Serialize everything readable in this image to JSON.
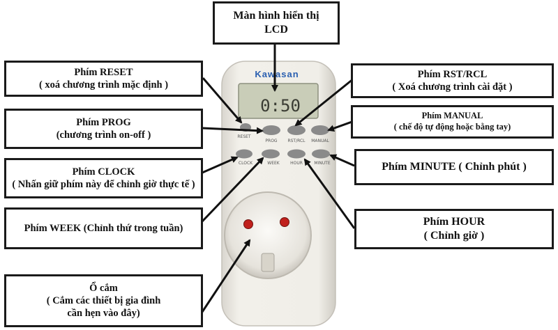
{
  "device": {
    "brand": "Kawasan",
    "lcd_reading": "0:50",
    "buttons": [
      "RESET",
      "PROG",
      "RST/RCL",
      "MANUAL",
      "CLOCK",
      "WEEK",
      "HOUR",
      "MINUTE"
    ]
  },
  "callouts": {
    "lcd": {
      "title": "Màn hình hiển thị",
      "sub": "LCD"
    },
    "reset": {
      "title": "Phím RESET",
      "sub": "( xoá chương trình mặc định )"
    },
    "prog": {
      "title": "Phím  PROG",
      "sub": "(chương trình on-off )"
    },
    "clock": {
      "title": "Phím CLOCK",
      "sub": "( Nhấn giữ phím này để chỉnh giờ thực tế )"
    },
    "week": {
      "title": "Phím WEEK (Chỉnh thứ trong tuần)"
    },
    "socket": {
      "title": "Ổ cắm",
      "sub1": "( Cắm các thiết bị gia đình",
      "sub2": "cần hẹn vào đây)"
    },
    "rstrcl": {
      "title": "Phím RST/RCL",
      "sub": "( Xoá chương trình cài đặt )"
    },
    "manual": {
      "title": "Phím MANUAL",
      "sub": "( chế độ tự động hoặc bằng tay)"
    },
    "minute": {
      "title": "Phím MINUTE ( Chỉnh phút )"
    },
    "hour": {
      "title": "Phím  HOUR",
      "sub": "( Chỉnh giờ )"
    }
  },
  "colors": {
    "device_body": "#eeece6",
    "lcd": "#c9cdb8",
    "brand": "#2a5fb0",
    "button": "#8a8a8a",
    "socket_pin": "#c0201c",
    "arrow": "#111111"
  }
}
